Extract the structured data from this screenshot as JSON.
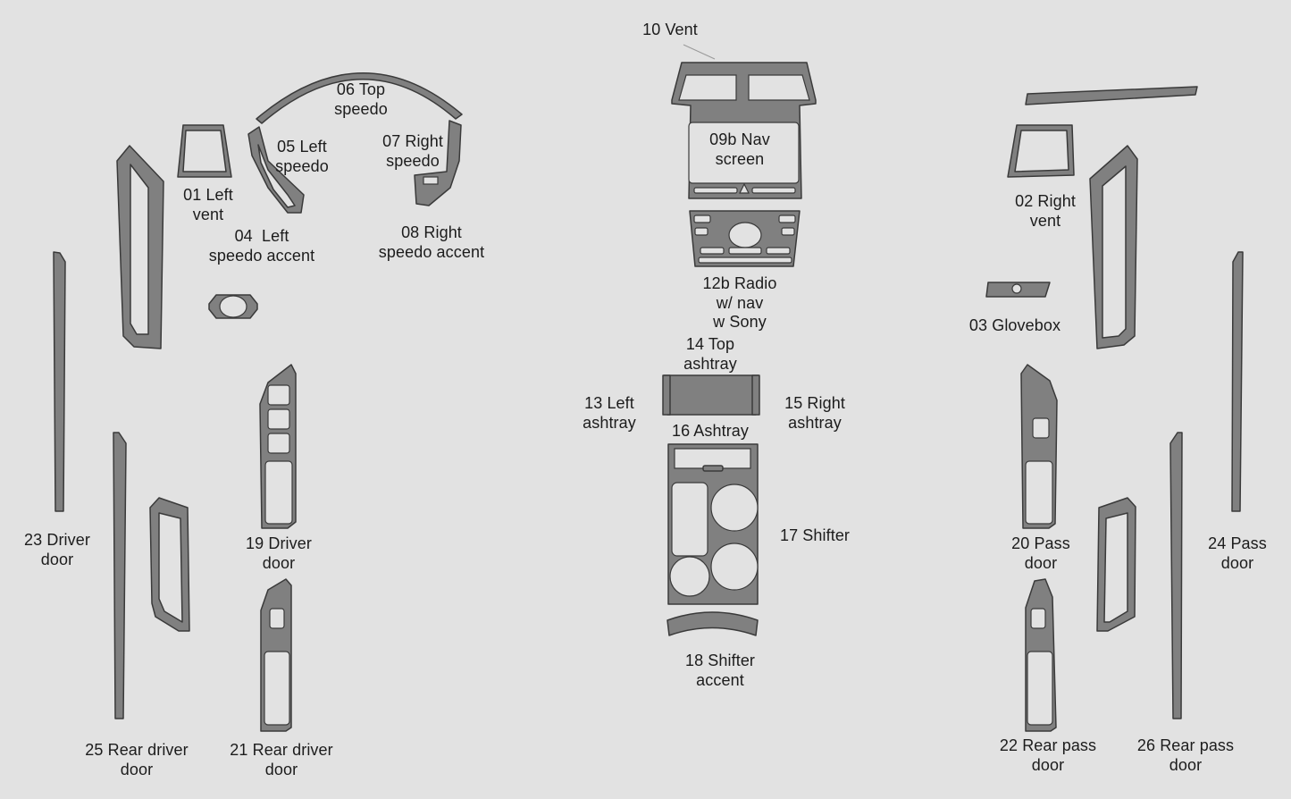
{
  "labels": {
    "p10": "10 Vent",
    "p06": "06 Top\nspeedo",
    "p05": "05 Left\nspeedo",
    "p07": "07 Right\nspeedo",
    "p01": "01 Left\nvent",
    "p04": "04  Left\nspeedo accent",
    "p08": "08 Right\nspeedo accent",
    "p09b": "09b Nav\nscreen",
    "p02": "02 Right\nvent",
    "p12b": "12b Radio\nw/ nav\nw Sony",
    "p03": "03 Glovebox",
    "p14": "14 Top\nashtray",
    "p13": "13 Left\nashtray",
    "p15": "15 Right\nashtray",
    "p16": "16 Ashtray",
    "p17": "17 Shifter",
    "p18": "18 Shifter\naccent",
    "p19": "19 Driver\ndoor",
    "p20": "20 Pass\ndoor",
    "p21": "21 Rear driver\ndoor",
    "p22": "22 Rear pass\ndoor",
    "p23": "23 Driver\ndoor",
    "p24": "24 Pass\ndoor",
    "p25": "25 Rear driver\ndoor",
    "p26": "26 Rear pass\ndoor"
  },
  "colors": {
    "background": "#e2e2e2",
    "part_fill": "#808080",
    "part_outline": "#3a3a3a",
    "label_text": "#1c1c1c"
  }
}
